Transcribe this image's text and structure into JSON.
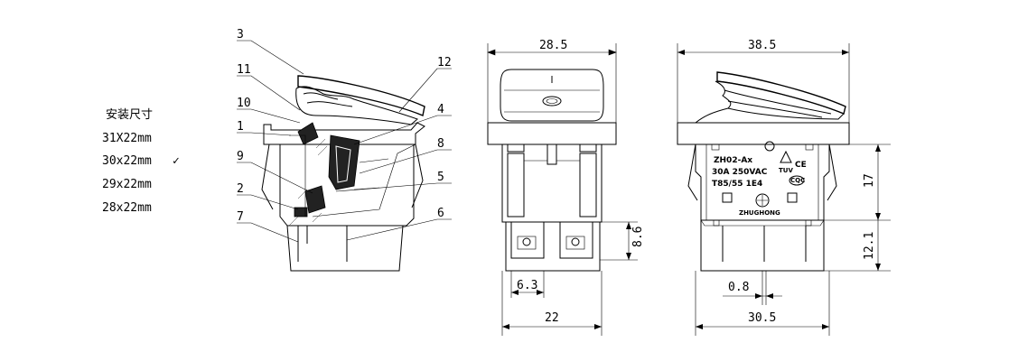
{
  "sizes": {
    "title": "安装尺寸",
    "options": [
      "31X22mm",
      "30x22mm",
      "29x22mm",
      "28x22mm"
    ],
    "check": "✓"
  },
  "callouts": [
    "3",
    "11",
    "10",
    "1",
    "9",
    "2",
    "7",
    "12",
    "4",
    "8",
    "5",
    "6"
  ],
  "front": {
    "width_top": "28.5",
    "terminal_height": "8.6",
    "terminal_width": "6.3",
    "width_bottom": "22"
  },
  "side": {
    "width_top": "38.5",
    "body_height": "17",
    "pin_length": "12.1",
    "pin_thickness": "0.8",
    "width_bottom": "30.5",
    "label_model": "ZH02-Ax",
    "label_rating": "30A 250VAC",
    "label_temp": "T85/55 1E4",
    "label_brand": "ZHUGHONG",
    "cert_tuv": "TUV",
    "cert_ce": "CE",
    "cert_cqc": "CQC"
  }
}
